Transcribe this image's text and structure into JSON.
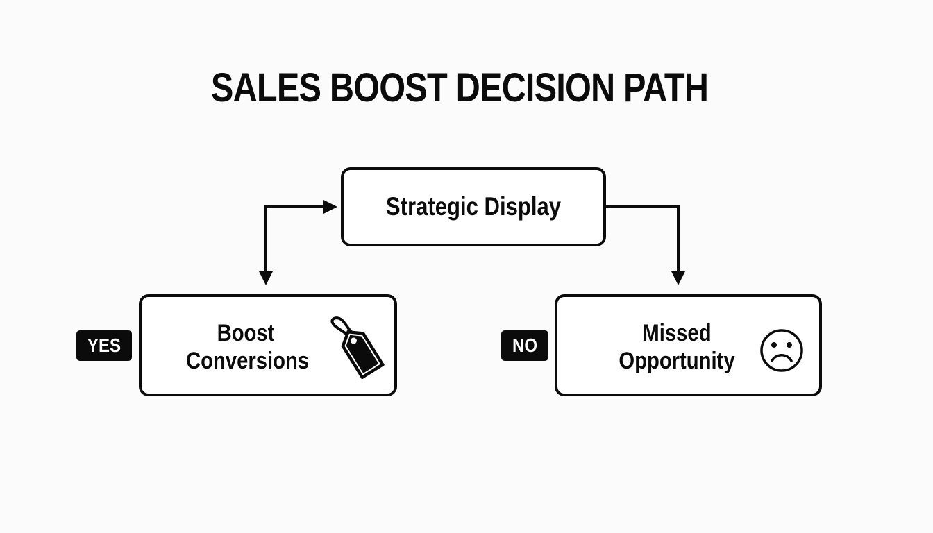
{
  "title": "SALES BOOST DECISION PATH",
  "nodes": {
    "root": {
      "label": "Strategic Display"
    },
    "yes_branch": {
      "badge": "YES",
      "line1": "Boost",
      "line2": "Conversions",
      "icon": "price-tag-icon"
    },
    "no_branch": {
      "badge": "NO",
      "line1": "Missed",
      "line2": "Opportunity",
      "icon": "sad-face-icon"
    }
  },
  "edges": [
    {
      "from": "yes_branch",
      "to": "root",
      "style": "bidirectional-elbow"
    },
    {
      "from": "root",
      "to": "no_branch",
      "style": "elbow-arrow"
    }
  ],
  "colors": {
    "ink": "#0b0b0b",
    "background": "#fbfbfb",
    "box_fill": "#ffffff",
    "badge_text": "#ffffff"
  }
}
